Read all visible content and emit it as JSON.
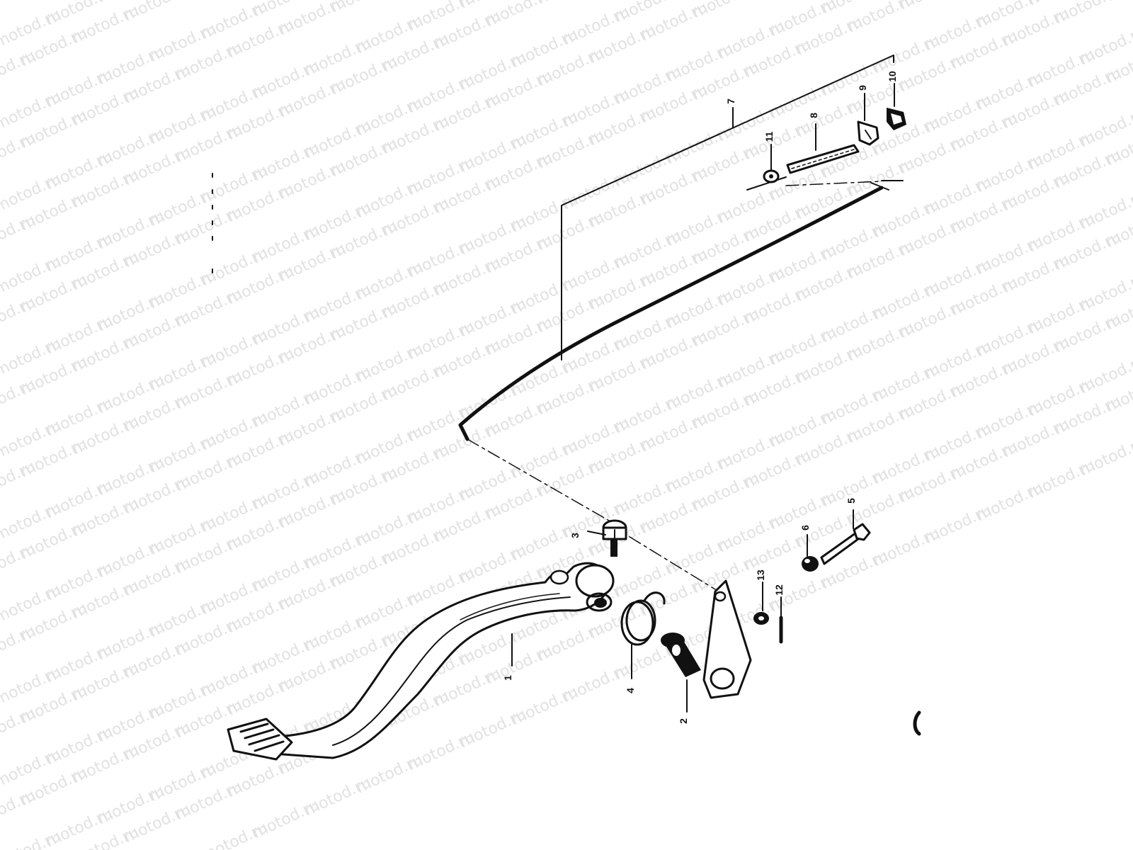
{
  "watermark": {
    "text": "motod.ru"
  },
  "callouts": [
    {
      "number": "1",
      "part": "brake-pedal"
    },
    {
      "number": "2",
      "part": "pedal-shaft-arm"
    },
    {
      "number": "3",
      "part": "pedal-clamp-bolt"
    },
    {
      "number": "4",
      "part": "pedal-return-spring"
    },
    {
      "number": "5",
      "part": "arm-pivot-bolt"
    },
    {
      "number": "6",
      "part": "arm-nut"
    },
    {
      "number": "7",
      "part": "brake-rod"
    },
    {
      "number": "8",
      "part": "rod-adjuster-spring"
    },
    {
      "number": "9",
      "part": "rod-joint"
    },
    {
      "number": "10",
      "part": "adjuster-nut"
    },
    {
      "number": "11",
      "part": "rod-washer"
    },
    {
      "number": "12",
      "part": "cotter-pin"
    },
    {
      "number": "13",
      "part": "arm-washer"
    }
  ]
}
